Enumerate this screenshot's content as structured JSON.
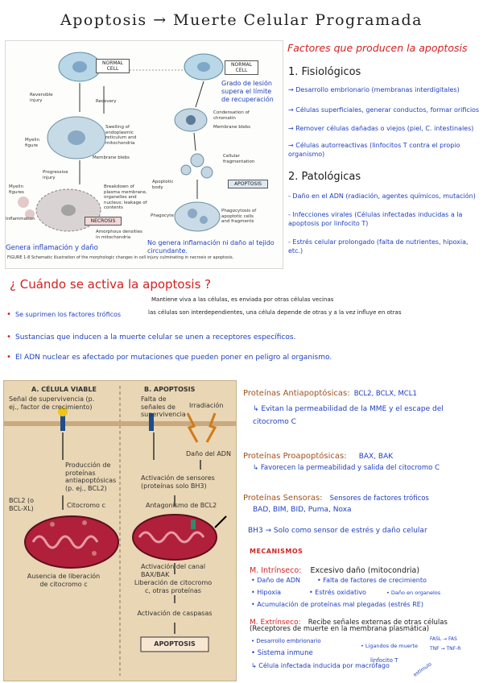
{
  "title": "Apoptosis → Muerte Celular Programada",
  "figure1": {
    "normal_cell": "NORMAL CELL",
    "reversible_injury": "Reversible injury",
    "recovery": "Recovery",
    "myelin_figure": "Myelin figure",
    "swelling": "Swelling of endoplasmic reticulum and mitochondria",
    "membrane_blebs": "Membrane blebs",
    "progressive_injury": "Progressive injury",
    "myelin_figures": "Myelin figures",
    "breakdown": "Breakdown of plasma membrane, organelles and nucleus; leakage of contents",
    "inflammation": "Inflammation",
    "necrosis": "NECROSIS",
    "amorphous": "Amorphous densities in mitochondria",
    "condensation": "Condensation of chromatin",
    "membrane_blebs_2": "Membrane blebs",
    "cellular_fragmentation": "Cellular fragmentation",
    "apoptotic_body": "Apoptotic body",
    "apoptosis": "APOPTOSIS",
    "phagocyte": "Phagocyte",
    "phagocytosis": "Phagocytosis of apoptotic cells and fragments",
    "caption": "FIGURE 1-8 Schematic illustration of the morphologic changes in cell injury culminating in necrosis or apoptosis.",
    "note_grado": "Grado de lesión supera el límite de recuperación",
    "note_inflamacion": "Genera inflamación y daño",
    "note_no_inflamacion": "No genera inflamación ni daño al tejido circundante."
  },
  "factores": {
    "heading": "Factores que producen la apoptosis",
    "fisio_heading": "1. Fisiológicos",
    "fisio_items": [
      "→ Desarrollo embrionario (membranas interdigitales)",
      "→ Células superficiales, generar conductos, formar orificios",
      "→ Remover células dañadas o viejos (piel, C. intestinales)",
      "→ Células autorreactivas (linfocitos T contra el propio organismo)"
    ],
    "pato_heading": "2. Patológicas",
    "pato_items": [
      "- Daño en el ADN (radiación, agentes químicos, mutación)",
      "- Infecciones virales (Células infectadas inducidas a la apoptosis por linfocito T)",
      "- Estrés celular prolongado (falta de nutrientes, hipoxia, etc.)"
    ]
  },
  "cuando": {
    "heading": "¿ Cuándo se activa la apoptosis ?",
    "items": [
      "Se suprimen los factores tróficos",
      "Sustancias que inducen a la muerte celular se unen a receptores específicos.",
      "El ADN nuclear es afectado por mutaciones que pueden poner en peligro al organismo."
    ],
    "note1": "Mantiene viva a las células, es enviada por otras células vecinas",
    "note2": "las células son interdependientes, una célula depende de otras y a la vez influye en otras"
  },
  "figure2": {
    "label_a": "A. CÉLULA VIABLE",
    "label_b": "B. APOPTOSIS",
    "senal": "Señal de supervivencia (p. ej., factor de crecimiento)",
    "falta": "Falta de señales de supervivencia",
    "irradiacion": "Irradiación",
    "dano_adn": "Daño del ADN",
    "produccion": "Producción de proteínas antiapoptósicas (p. ej., BCL2)",
    "activacion_sensores": "Activación de sensores (proteínas solo BH3)",
    "bcl2": "BCL2 (o BCL-XL)",
    "citocromo": "Citocromo c",
    "antagonismo": "Antagonismo de BCL2",
    "ausencia": "Ausencia de liberación de citocromo c",
    "activacion_canal": "Activación del canal BAX/BAK",
    "liberacion": "Liberación de citocromo c, otras proteínas",
    "caspasas": "Activación de caspasas",
    "apoptosis": "APOPTOSIS"
  },
  "proteinas": {
    "anti_heading": "Proteínas Antiapoptósicas:",
    "anti_list": "BCL2, BCLX, MCL1",
    "anti_note": "↳ Evitan la permeabilidad de la MME y el escape del citocromo C",
    "pro_heading": "Proteínas Proapoptósicas:",
    "pro_list": "BAX, BAK",
    "pro_note": "↳ Favorecen la permeabilidad y salida del citocromo C",
    "sens_heading": "Proteínas Sensoras:",
    "sens_note": "Sensores de factores tróficos",
    "sens_list": "BAD, BIM, BID, Puma, Noxa",
    "bh3": "BH3 → Solo como sensor de estrés y daño celular"
  },
  "mecanismos": {
    "heading": "MECANISMOS",
    "intrinseco": "M. Intrínseco:",
    "intrinseco_note": "Excesivo daño (mitocondria)",
    "intr_items": [
      "• Daño de ADN",
      "• Falta de factores de crecimiento",
      "• Hipoxia",
      "• Estrés oxidativo",
      "• Daño en organelos",
      "• Acumulación de proteínas mal plegadas (estrés RE)"
    ],
    "extrinseco": "M. Extrínseco:",
    "extrinseco_note": "Recibe señales externas de otras células",
    "receptores": "(Receptores de muerte en la membrana plasmática)",
    "extr_items": [
      "• Desarrollo embrionario",
      "• Sistema inmune",
      "↳ Célula infectada inducida por macrófago"
    ],
    "ligandos": "• Ligandos de muerte",
    "fasl": "FASL → FAS",
    "tnf": "TNF → TNF-R",
    "linfocito": "linfocito T",
    "estimulo": "estímulo"
  },
  "colors": {
    "blue": "#1f3fbf",
    "red": "#d12222",
    "brown": "#a0511e",
    "figure2_bg": "#e9d6b4"
  }
}
